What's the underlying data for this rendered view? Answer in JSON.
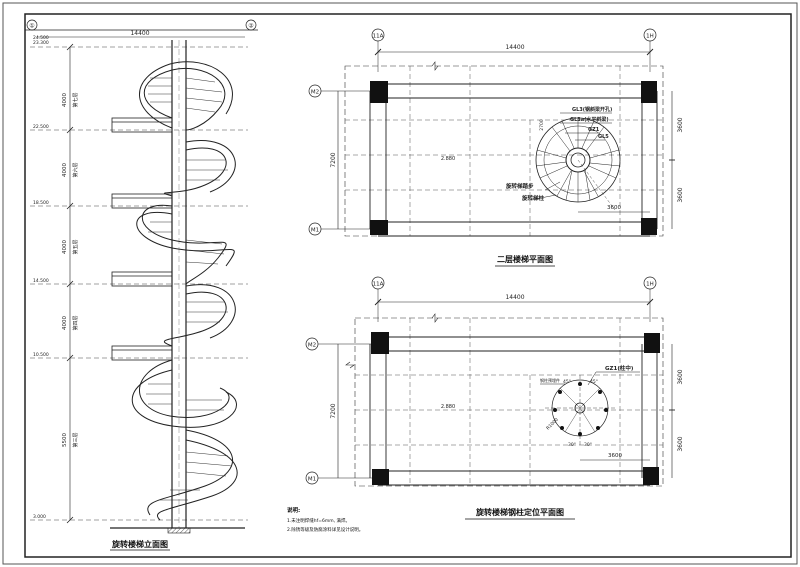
{
  "elevation": {
    "title": "旋转楼梯立面图",
    "overall_dim": "14400",
    "axis_left": "①",
    "axis_right": "②",
    "levels": [
      "24.500",
      "23.300",
      "22.500",
      "18.500",
      "14.500",
      "10.500",
      "3.000"
    ],
    "heights": [
      "4000",
      "4000",
      "4000",
      "4000",
      "5500"
    ],
    "floor_labels": [
      "第七层",
      "第六层",
      "第五层",
      "第四层",
      "第三层"
    ]
  },
  "plan_top": {
    "title": "二层楼梯平面图",
    "axis_left": "11A",
    "axis_right": "1H",
    "row_top": "M2",
    "row_bottom": "M1",
    "overall_dim": "14400",
    "left_dim": "7200",
    "right_dims": [
      "3600",
      "3600"
    ],
    "bottom_dim": "3600",
    "slab_elev": "2.880",
    "callouts": [
      "GL3(钢斜梁开孔)",
      "GL3a(水平斜梁)",
      "GZ1",
      "GL5",
      "旋转梯踏步",
      "旋转梯柱"
    ],
    "small_dim": "2700"
  },
  "plan_bottom": {
    "title": "旋转楼梯钢柱定位平面图",
    "axis_left": "11A",
    "axis_right": "1H",
    "row_top": "M2",
    "row_bottom": "M1",
    "overall_dim": "14400",
    "left_dim": "7200",
    "right_dims": [
      "3600",
      "3600"
    ],
    "bottom_dim": "3600",
    "slab_elev": "2.880",
    "callouts": [
      "GZ1(柱中)",
      "钢柱预埋件"
    ],
    "angles": [
      "45°",
      "45°",
      "30°",
      "30°"
    ],
    "radius": "R1000"
  },
  "notes": {
    "heading": "说明:",
    "items": [
      "1.未注明焊缝hf=6mm, 满焊。",
      "2.除锈等级及防腐涂料详见设计说明。"
    ]
  }
}
